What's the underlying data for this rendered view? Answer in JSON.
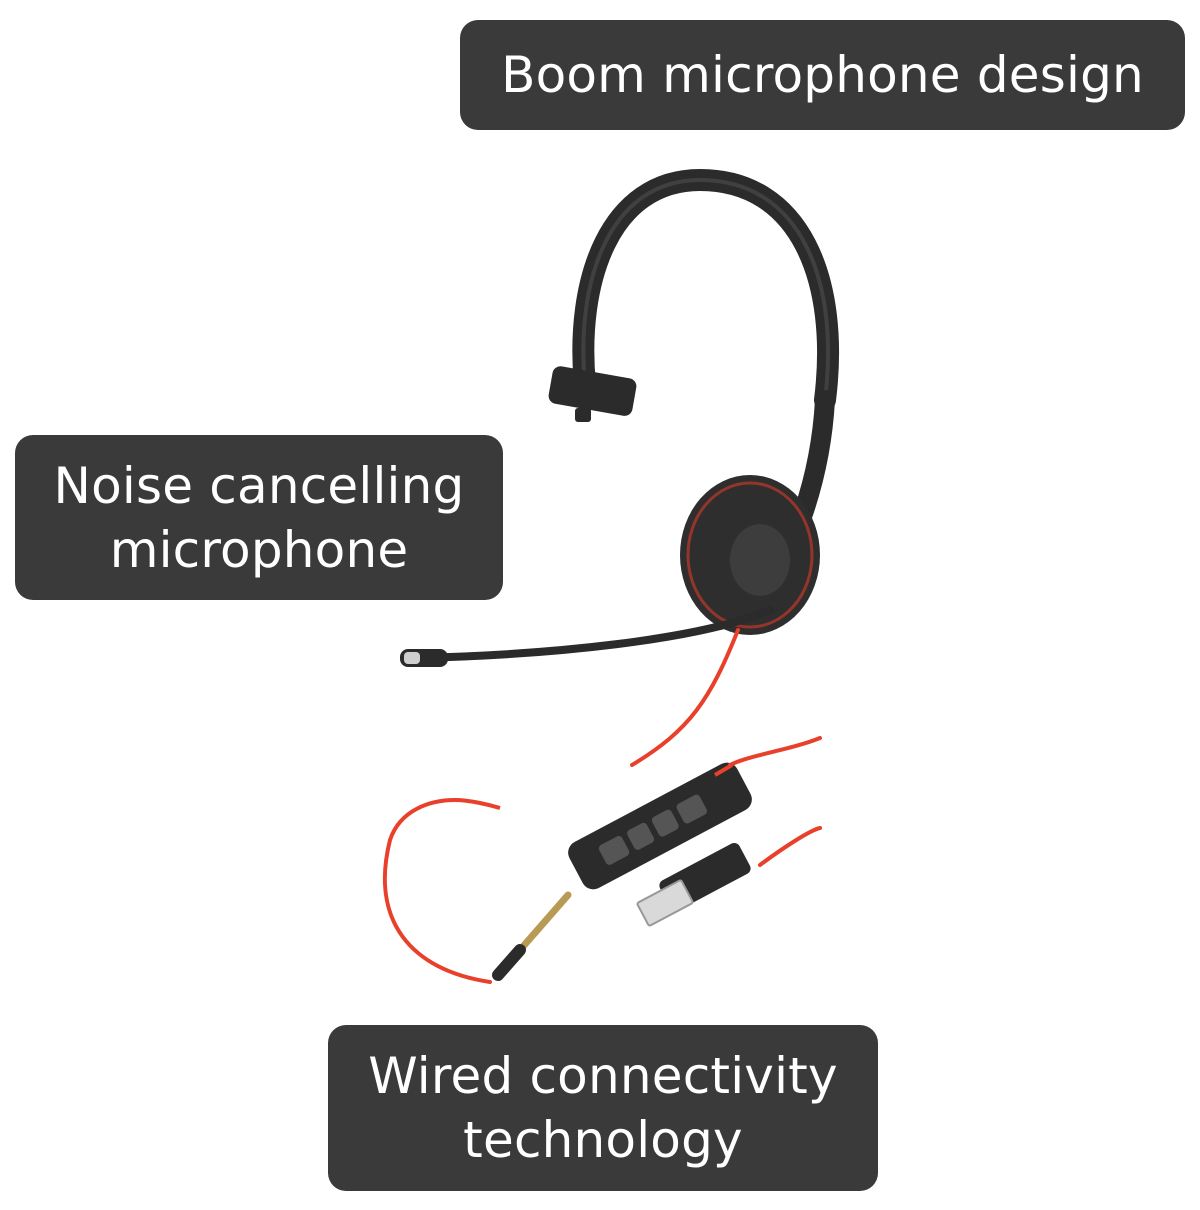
{
  "features": {
    "boom_mic": "Boom microphone design",
    "noise_cancel_line1": "Noise cancelling",
    "noise_cancel_line2": "microphone",
    "wired_line1": "Wired connectivity",
    "wired_line2": "technology"
  },
  "colors": {
    "label_background": "#3a3a3a",
    "label_text": "#ffffff",
    "cable_accent": "#e8402a",
    "headset_body": "#2b2b2b"
  },
  "product_image": {
    "icon": "headset-icon"
  }
}
